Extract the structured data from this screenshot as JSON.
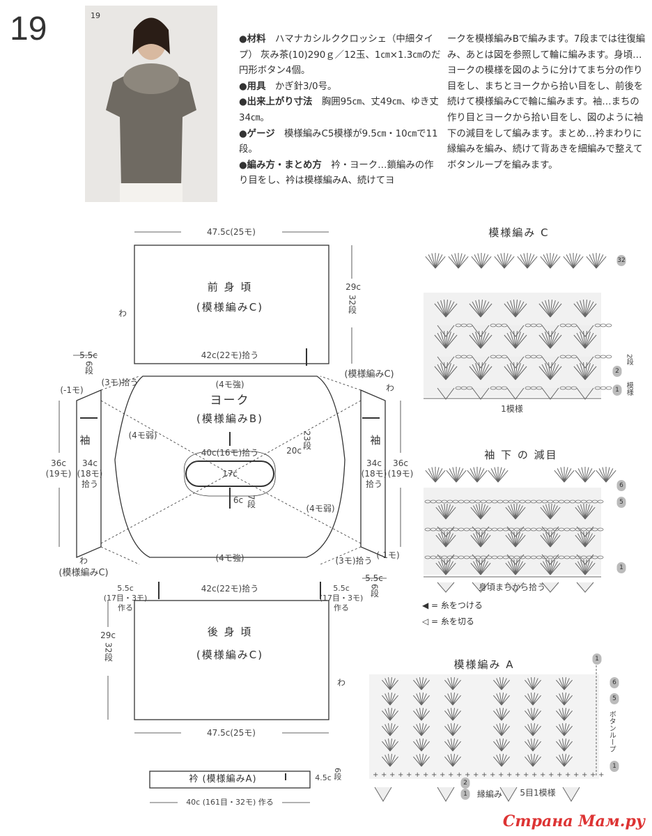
{
  "page_number": "19",
  "photo": {
    "caption_number": "19"
  },
  "instructions": {
    "materials_label": "●材料",
    "materials": "ハマナカシルククロッシェ（中細タイプ） 灰み茶(10)290ｇ／12玉、1㎝×1.3㎝のだ円形ボタン4個。",
    "tools_label": "●用具",
    "tools": "かぎ針3/0号。",
    "size_label": "●出来上がり寸法",
    "size": "胸囲95㎝、丈49㎝、ゆき丈34㎝。",
    "gauge_label": "●ゲージ",
    "gauge": "模様編みC5模様が9.5㎝・10㎝で11段。",
    "method_label": "●編み方・まとめ方",
    "method_a": "衿・ヨーク…鎖編みの作り目をし、衿は模様編みA、続けてヨ",
    "method_b": "ークを模様編みBで編みます。7段までは往復編み、あとは図を参照して輪に編みます。身頃…ヨークの模様を図のように分けてまち分の作り目をし、まちとヨークから拾い目をし、前後を続けて模様編みCで輪に編みます。袖…まちの作り目とヨークから拾い目をし、図のように袖下の減目をして編みます。まとめ…衿まわりに縁編みを編み、続けて背あきを細編みで整えてボタンループを編みます。"
  },
  "schematic": {
    "front": {
      "width": "47.5c(25モ)",
      "title": "前 身 頃",
      "pattern": "(模様編みC)",
      "height": "29c",
      "rows": "32段",
      "fold": "わ",
      "pickup": "42c(22モ)拾う"
    },
    "yoke": {
      "top": "(4モ強)",
      "title": "ヨーク",
      "pattern": "(模様編みB)",
      "upper_left": "(4モ弱)",
      "neck_pickup": "40c(16モ)拾う",
      "neck": "17c",
      "opening": "6c",
      "opening_rows": "7段",
      "side": "20c",
      "side_rows": "23段",
      "lower_right": "(4モ弱)",
      "bottom": "(4モ強)"
    },
    "left_sleeve": {
      "gusset": "5.5c",
      "gusset_rows": "6段",
      "dec": "(-1モ)",
      "pickup3": "(3モ)拾う",
      "title": "袖",
      "pickup": "34c",
      "pickup_m": "(18モ)",
      "pickup_label": "拾う",
      "length": "36c",
      "length_m": "(19モ)",
      "fold": "わ",
      "pattern": "(模様編みC)"
    },
    "right_sleeve": {
      "pattern": "(模様編みC)",
      "fold": "わ",
      "title": "袖",
      "pickup": "34c",
      "pickup_m": "(18モ)",
      "pickup_label": "拾う",
      "length": "36c",
      "length_m": "(19モ)",
      "pickup3": "(3モ)拾う",
      "dec": "(-1モ)"
    },
    "back": {
      "gusset_left": "5.5c",
      "gusset_left_m": "(17目・3モ)",
      "gusset_left_make": "作る",
      "pickup": "42c(22モ)拾う",
      "gusset_right": "5.5c",
      "gusset_right_m": "(17目・3モ)",
      "gusset_right_make": "作る",
      "gusset_h": "5.5c",
      "gusset_rows": "6段",
      "title": "後 身 頃",
      "pattern": "(模様編みC)",
      "height": "29c",
      "rows": "32段",
      "fold": "わ",
      "width": "47.5c(25モ)"
    },
    "collar": {
      "title": "衿 (模様編みA)",
      "height": "4.5c",
      "rows": "6段",
      "cast_on": "40c (161目・32モ) 作る"
    }
  },
  "charts": {
    "c": {
      "title": "模様編み C",
      "row_top": "32",
      "rows_label": "2段",
      "row2": "2",
      "row1": "1",
      "repeat_v": "模様",
      "repeat": "1模様"
    },
    "sleeve": {
      "title": "袖 下 の 減目",
      "rows": [
        "6",
        "5",
        "1"
      ],
      "pickup": "身頃まちから拾う",
      "legend_join": "◀ = 糸をつける",
      "legend_cut": "◁ = 糸を切る"
    },
    "a": {
      "title": "模様編み A",
      "top": "1",
      "rows": [
        "6",
        "5",
        "1"
      ],
      "button_loop": "ボタンループ",
      "edge2": "2",
      "edge1": "1",
      "edging": "縁編み",
      "repeat": "5目1模様"
    }
  },
  "watermark": "Страна Мам.ру"
}
